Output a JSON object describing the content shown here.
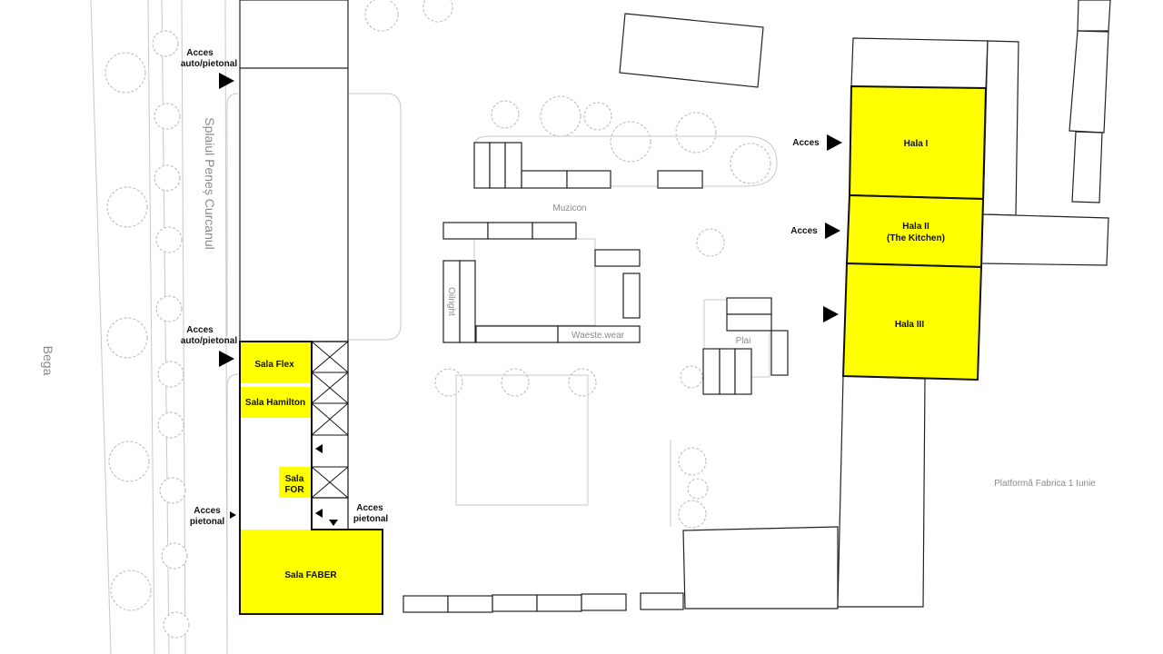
{
  "map": {
    "river": "Bega",
    "street": "Splaiul Peneș Curcanul",
    "platform": "Platformă Fabrica 1 Iunie",
    "venues": {
      "muzicon": "Muzicon",
      "oilright": "Oilright",
      "waeste": "Waeste.wear",
      "plai": "Plai"
    },
    "halls": {
      "sala_flex": "Sala Flex",
      "sala_hamilton": "Sala Hamilton",
      "sala_for_1": "Sala",
      "sala_for_2": "FOR",
      "sala_faber": "Sala FABER",
      "hala_1": "Hala I",
      "hala_2_1": "Hala II",
      "hala_2_2": "(The Kitchen)",
      "hala_3": "Hala III"
    },
    "access": {
      "auto_1": "Acces",
      "auto_2": "auto/pietonal",
      "pietonal_1": "Acces",
      "pietonal_2": "pietonal",
      "acces": "Acces"
    },
    "colors": {
      "highlight": "#ffff00"
    }
  }
}
